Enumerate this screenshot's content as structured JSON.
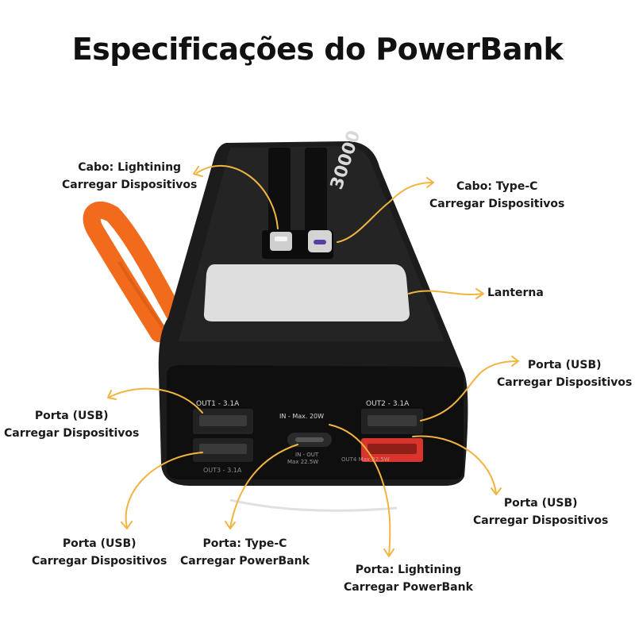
{
  "title": "Especificações do PowerBank",
  "colors": {
    "arrow": "#F2B441",
    "strap": "#F26A1B",
    "body": "#1c1c1c",
    "panel": "#101010",
    "lantern": "#e2e2e2",
    "usb_quick": "#d9352c"
  },
  "device": {
    "top_print": "30000",
    "port_labels": {
      "out1": "OUT1 - 3.1A",
      "in_max": "IN - Max. 20W",
      "out2": "OUT2 - 3.1A",
      "out3": "OUT3 - 3.1A",
      "in_out": "IN - OUT",
      "in_out_max": "Max 22.5W",
      "out4": "OUT4 Max 22.5W"
    }
  },
  "callouts": {
    "cabo_lightning": {
      "line1": "Cabo: Lightining",
      "line2": "Carregar Dispositivos"
    },
    "cabo_typec": {
      "line1": "Cabo: Type-C",
      "line2": "Carregar Dispositivos"
    },
    "lanterna": {
      "line1": "Lanterna"
    },
    "usb_right_top": {
      "line1": "Porta (USB)",
      "line2": "Carregar Dispositivos"
    },
    "usb_left_top": {
      "line1": "Porta (USB)",
      "line2": "Carregar Dispositivos"
    },
    "usb_right_bottom": {
      "line1": "Porta (USB)",
      "line2": "Carregar Dispositivos"
    },
    "usb_left_bottom": {
      "line1": "Porta (USB)",
      "line2": "Carregar Dispositivos"
    },
    "typec_in": {
      "line1": "Porta: Type-C",
      "line2": "Carregar PowerBank"
    },
    "lightning_in": {
      "line1": "Porta: Lightining",
      "line2": "Carregar PowerBank"
    }
  }
}
